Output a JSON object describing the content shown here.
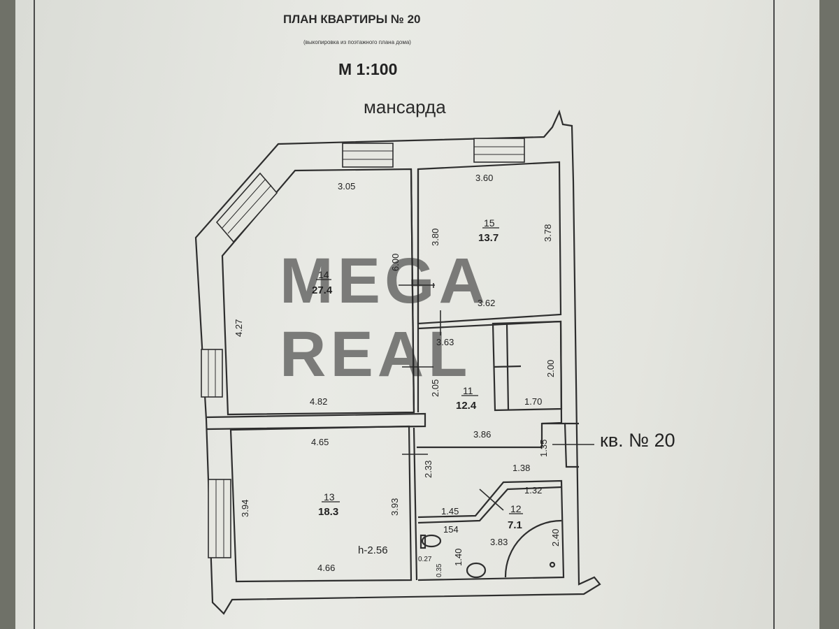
{
  "header": {
    "title": "ПЛАН КВАРТИРЫ №   20",
    "subtitle": "(выкопировка из поэтажного плана дома)",
    "scale": "М 1:100",
    "floor_label": "мансарда"
  },
  "apartment_label": "кв. № 20",
  "watermark": {
    "line1": "MEGA",
    "line2": "REAL"
  },
  "rooms": {
    "r14": {
      "number": "14",
      "area": "27.4"
    },
    "r15": {
      "number": "15",
      "area": "13.7"
    },
    "r11": {
      "number": "11",
      "area": "12.4"
    },
    "r13": {
      "number": "13",
      "area": "18.3"
    },
    "r12": {
      "number": "12",
      "area": "7.1"
    }
  },
  "dims": {
    "d1": "3.05",
    "d2": "3.60",
    "d3": "3.80",
    "d4": "3.78",
    "d5": "6.00",
    "d6": "3.62",
    "d7": "3.63",
    "d8": "4.27",
    "d9": "2.00",
    "d10": "2.05",
    "d11": "4.82",
    "d12": "1.70",
    "d13": "4.65",
    "d14": "3.86",
    "d15": "1.35",
    "d16": "2.33",
    "d17": "1.38",
    "d18": "1.32",
    "d19": "3.94",
    "d20": "3.93",
    "d21": "1.45",
    "d22": "154",
    "d23": "2.40",
    "d24": "3.83",
    "d25": "h-2.56",
    "d26": "0.27",
    "d27": "1.40",
    "d28": "0.35",
    "d29": "4.66"
  },
  "colors": {
    "ink": "#2e2e2e",
    "paper": "#e6e7e1",
    "wall_fill": "#e2e3dd"
  }
}
